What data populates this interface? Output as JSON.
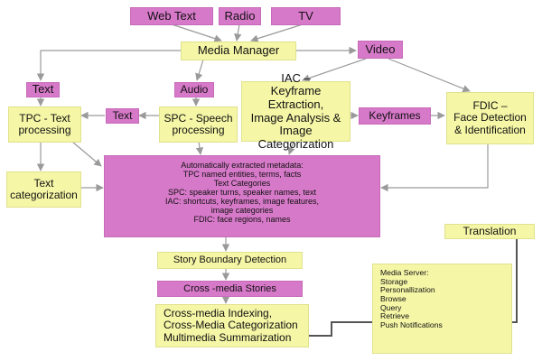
{
  "nodes": {
    "web_text": "Web Text",
    "radio": "Radio",
    "tv": "TV",
    "media_manager": "Media Manager",
    "video": "Video",
    "text_top": "Text",
    "audio": "Audio",
    "iac": "IAC –\nKeyframe Extraction,\nImage Analysis &\nImage Categorization",
    "tpc": "TPC - Text\nprocessing",
    "text_mid": "Text",
    "spc": "SPC - Speech\nprocessing",
    "keyframes": "Keyframes",
    "fdic": "FDIC –\nFace Detection\n& Identification",
    "text_categorization": "Text\ncategorization",
    "metadata": "Automatically extracted metadata:\nTPC named entities, terms, facts\nText Categories\nSPC: speaker turns, speaker names, text\nIAC: shortcuts, keyframes, image features,\nimage categories\nFDIC: face regions, names",
    "translation": "Translation",
    "story_boundary": "Story Boundary Detection",
    "cross_media_stories": "Cross -media Stories",
    "indexing": "Cross-media Indexing,\nCross-Media Categorization\nMultimedia Summarization",
    "media_server": "Media Server:\nStorage\nPersonallization\nBrowse\nQuery\nRetrieve\nPush Notifications"
  },
  "colors": {
    "pink": "#d779c9",
    "yellow": "#f5f6a6",
    "arrow": "#9a9a9a",
    "connector": "#555555"
  }
}
